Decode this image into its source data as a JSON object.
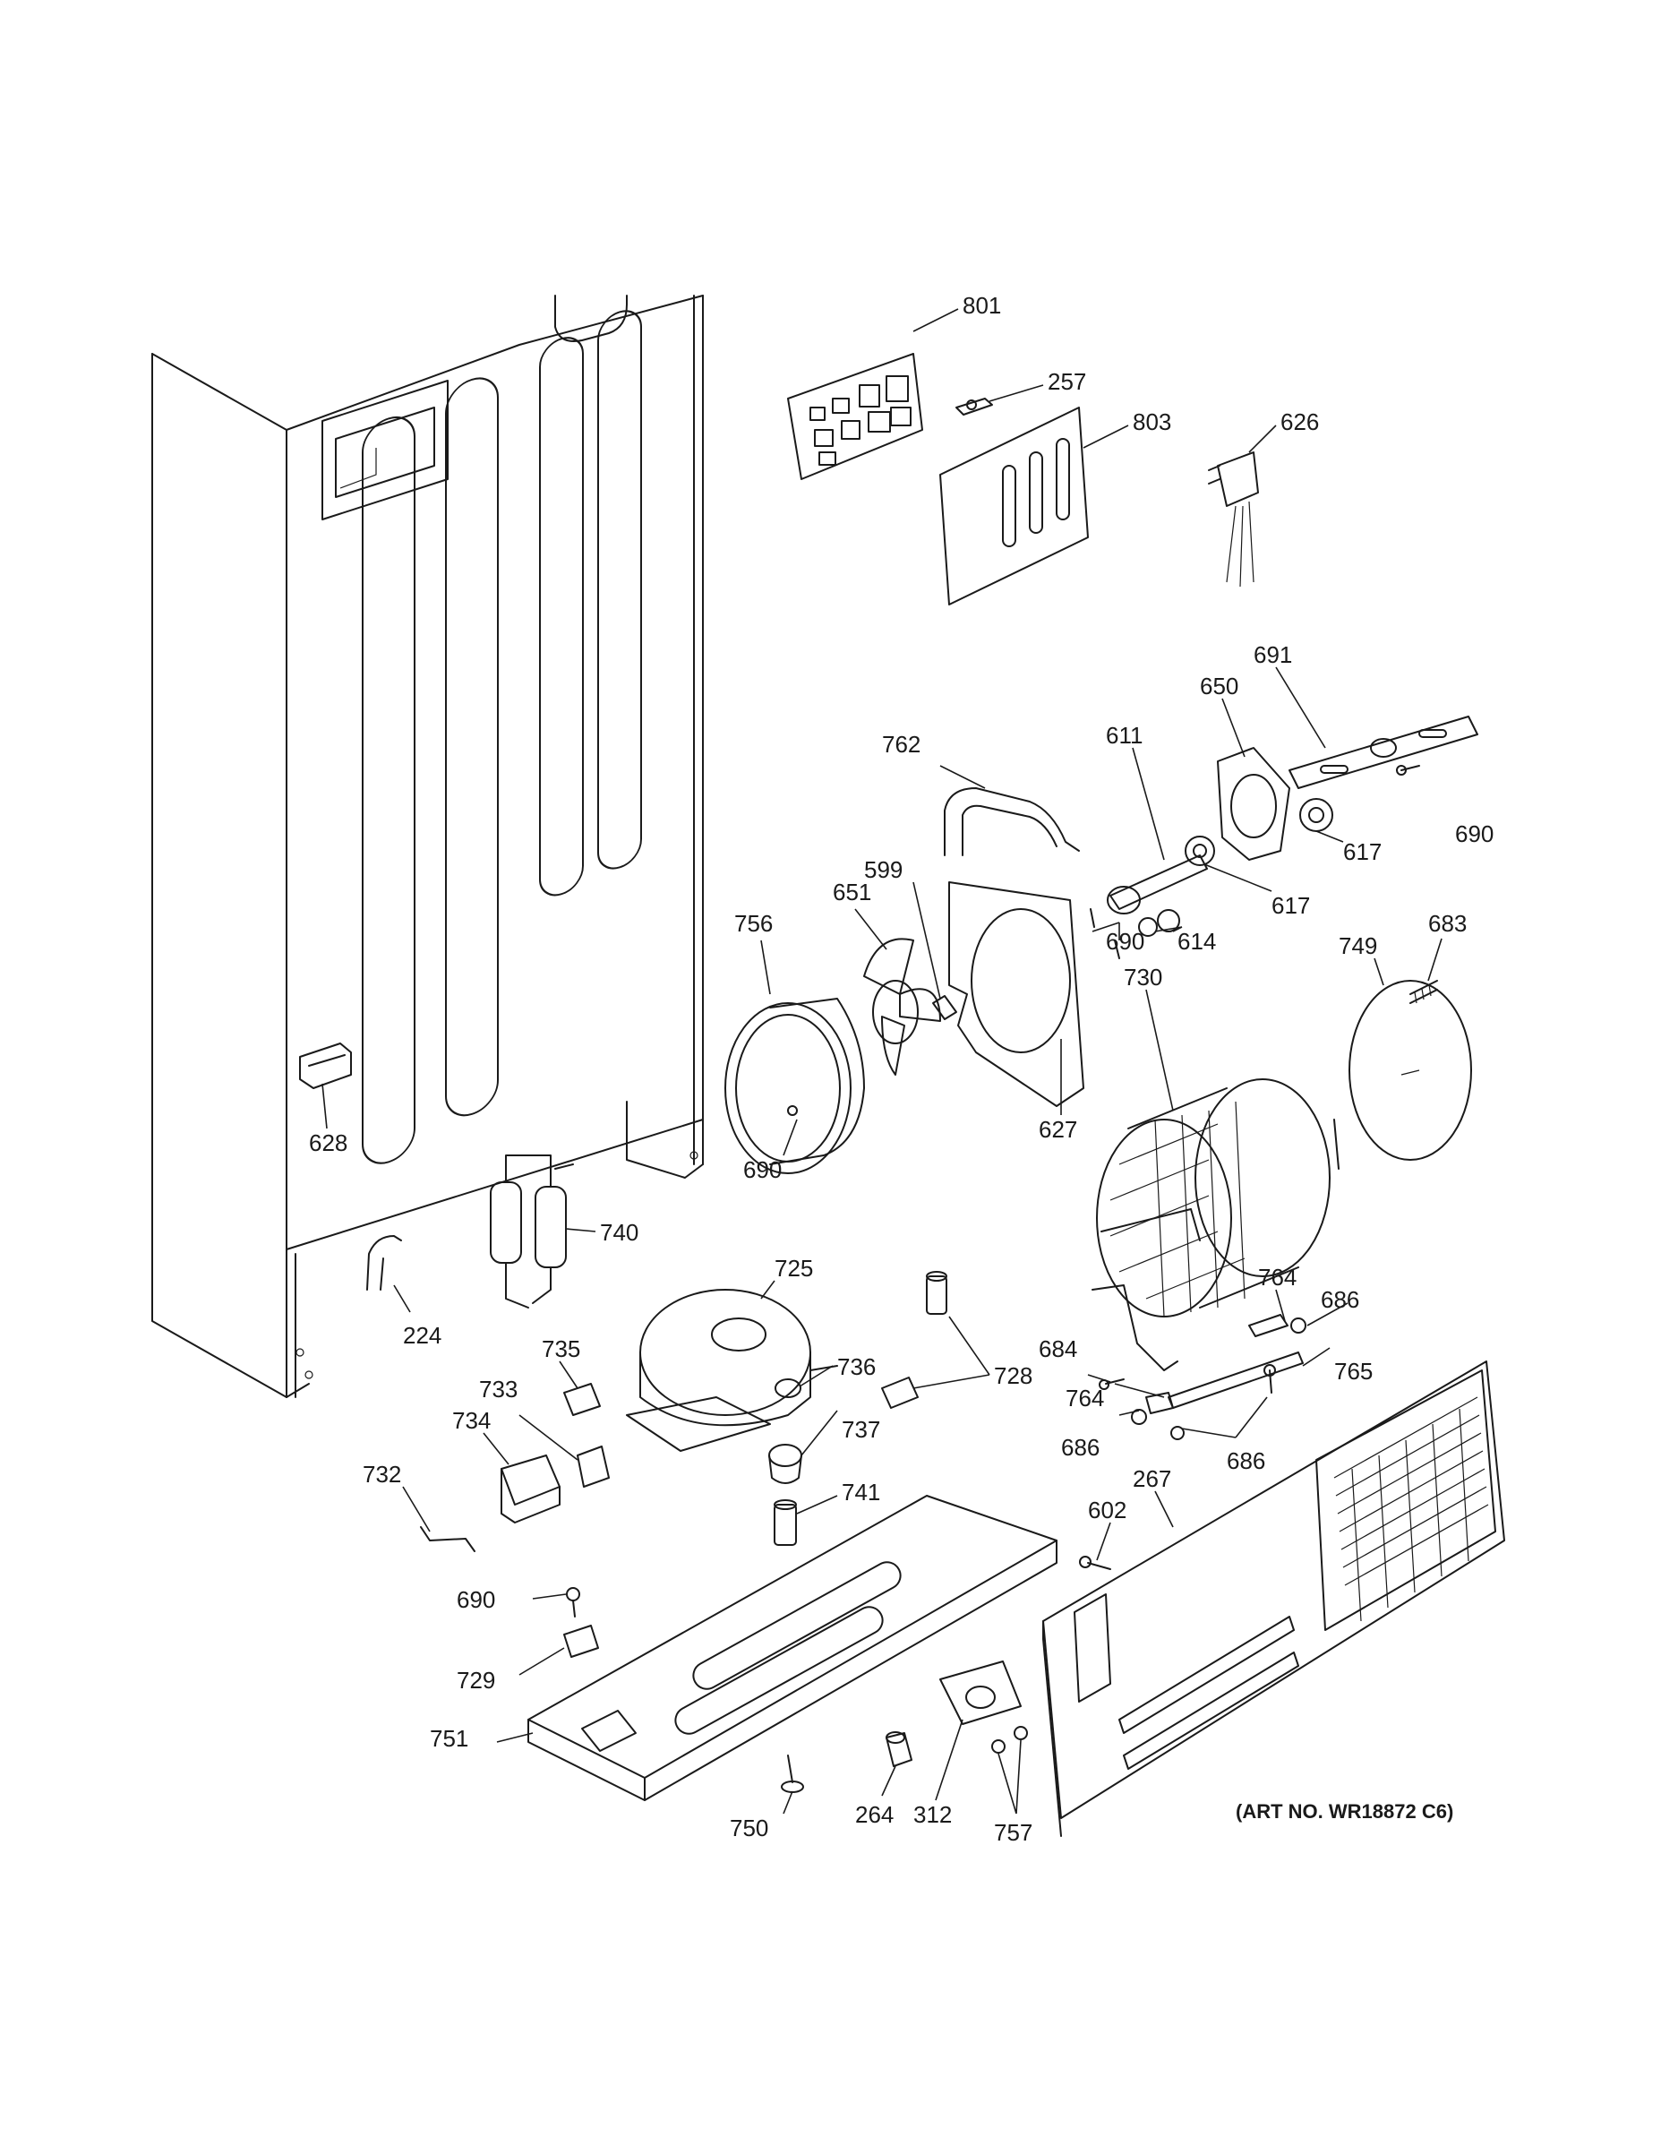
{
  "diagram": {
    "art_number": "(ART NO. WR18872 C6)",
    "callouts": [
      {
        "id": "c801",
        "label": "801"
      },
      {
        "id": "c257",
        "label": "257"
      },
      {
        "id": "c803",
        "label": "803"
      },
      {
        "id": "c626",
        "label": "626"
      },
      {
        "id": "c650",
        "label": "650"
      },
      {
        "id": "c691",
        "label": "691"
      },
      {
        "id": "c762",
        "label": "762"
      },
      {
        "id": "c611",
        "label": "611"
      },
      {
        "id": "c617a",
        "label": "617"
      },
      {
        "id": "c690a",
        "label": "690"
      },
      {
        "id": "c599",
        "label": "599"
      },
      {
        "id": "c651",
        "label": "651"
      },
      {
        "id": "c756",
        "label": "756"
      },
      {
        "id": "c617b",
        "label": "617"
      },
      {
        "id": "c690b",
        "label": "690"
      },
      {
        "id": "c614",
        "label": "614"
      },
      {
        "id": "c683",
        "label": "683"
      },
      {
        "id": "c749",
        "label": "749"
      },
      {
        "id": "c730",
        "label": "730"
      },
      {
        "id": "c627",
        "label": "627"
      },
      {
        "id": "c628",
        "label": "628"
      },
      {
        "id": "c690c",
        "label": "690"
      },
      {
        "id": "c740",
        "label": "740"
      },
      {
        "id": "c725",
        "label": "725"
      },
      {
        "id": "c224",
        "label": "224"
      },
      {
        "id": "c764a",
        "label": "764"
      },
      {
        "id": "c686a",
        "label": "686"
      },
      {
        "id": "c735",
        "label": "735"
      },
      {
        "id": "c736",
        "label": "736"
      },
      {
        "id": "c728",
        "label": "728"
      },
      {
        "id": "c684",
        "label": "684"
      },
      {
        "id": "c765",
        "label": "765"
      },
      {
        "id": "c733",
        "label": "733"
      },
      {
        "id": "c764b",
        "label": "764"
      },
      {
        "id": "c737",
        "label": "737"
      },
      {
        "id": "c686b",
        "label": "686"
      },
      {
        "id": "c686c",
        "label": "686"
      },
      {
        "id": "c734",
        "label": "734"
      },
      {
        "id": "c267",
        "label": "267"
      },
      {
        "id": "c732",
        "label": "732"
      },
      {
        "id": "c741",
        "label": "741"
      },
      {
        "id": "c602",
        "label": "602"
      },
      {
        "id": "c690d",
        "label": "690"
      },
      {
        "id": "c729",
        "label": "729"
      },
      {
        "id": "c751",
        "label": "751"
      },
      {
        "id": "c264",
        "label": "264"
      },
      {
        "id": "c312",
        "label": "312"
      },
      {
        "id": "c750",
        "label": "750"
      },
      {
        "id": "c757",
        "label": "757"
      }
    ]
  }
}
